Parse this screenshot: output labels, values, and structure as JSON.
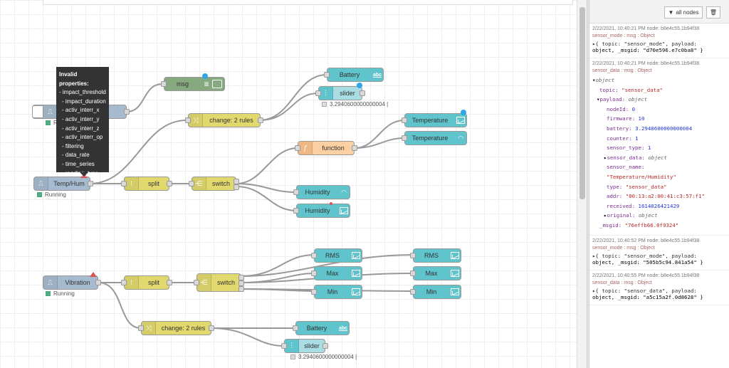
{
  "flow": {
    "nodes": {
      "msg": "msg",
      "battery1": "Battery",
      "slider1": "slider",
      "slider1_status": "3.2940600000000004 |",
      "change1": "change: 2 rules",
      "temp_chart": "Temperature",
      "temp_gauge": "Temperature",
      "function": "function",
      "temphum": "Temp/Hum",
      "temphum_status": "Running",
      "split1": "split",
      "switch1": "switch",
      "hum_gauge": "Humidity",
      "hum_chart": "Humidity",
      "inject_status": "R",
      "rms1": "RMS",
      "max1": "Max",
      "min1": "Min",
      "rms2": "RMS",
      "max2": "Max",
      "min2": "Min",
      "vibration": "Vibration",
      "vibration_status": "Running",
      "split2": "split",
      "switch2": "switch",
      "change2": "change: 2 rules",
      "battery2": "Battery",
      "slider2": "slider",
      "slider2_status": "3.2940600000000004 |",
      "abc": "abc"
    },
    "tooltip": {
      "title": "Invalid properties:",
      "items": [
        "- impact_threshold",
        "- impact_duration",
        "- activ_interr_x",
        "- activ_interr_y",
        "- activ_interr_z",
        "- activ_interr_op",
        "- filtering",
        "- data_rate",
        "- time_series",
        "- reading_type"
      ]
    }
  },
  "sidebar": {
    "filter_label": "all nodes",
    "messages": [
      {
        "meta": "2/22/2021, 10:40:21 PM   node: b8e4c55.1b94f38",
        "topic": "sensor_mode : msg : Object",
        "line1": "{ topic: \"sensor_mode\", payload:",
        "line2": "object, _msgid: \"d70e596.e7c0ba8\" }"
      },
      {
        "meta": "2/22/2021, 10:40:21 PM   node: b8e4c55.1b94f38",
        "topic": "sensor_data : msg : Object"
      },
      {
        "meta": "2/22/2021, 10:40:52 PM   node: b8e4c55.1b94f38",
        "topic": "sensor_mode : msg : Object",
        "line1": "{ topic: \"sensor_mode\", payload:",
        "line2": "object, _msgid: \"505b5c94.841a54\" }"
      },
      {
        "meta": "2/22/2021, 10:40:55 PM   node: b8e4c55.1b94f38",
        "topic": "sensor_data : msg : Object",
        "line1": "{ topic: \"sensor_data\", payload:",
        "line2": "object, _msgid: \"a5c15a2f.0d8628\" }"
      }
    ],
    "expanded": {
      "root": "object",
      "topic_key": "topic:",
      "topic_val": "\"sensor_data\"",
      "payload_key": "payload:",
      "payload_type": "object",
      "nodeId_key": "nodeId:",
      "nodeId_val": "0",
      "firmware_key": "firmware:",
      "firmware_val": "10",
      "battery_key": "battery:",
      "battery_val": "3.2940600000000004",
      "counter_key": "counter:",
      "counter_val": "1",
      "sensor_type_key": "sensor_type:",
      "sensor_type_val": "1",
      "sensor_data_key": "sensor_data:",
      "sensor_data_type": "object",
      "sensor_name_key": "sensor_name:",
      "sensor_name_val": "\"Temperature/Humidity\"",
      "type_key": "type:",
      "type_val": "\"sensor_data\"",
      "addr_key": "addr:",
      "addr_val": "\"00:13:a2:00:41:c3:57:f1\"",
      "received_key": "received:",
      "received_val": "1614026421429",
      "original_key": "original:",
      "original_type": "object",
      "msgid_key": "_msgid:",
      "msgid_val": "\"76effb66.0f9324\""
    }
  }
}
